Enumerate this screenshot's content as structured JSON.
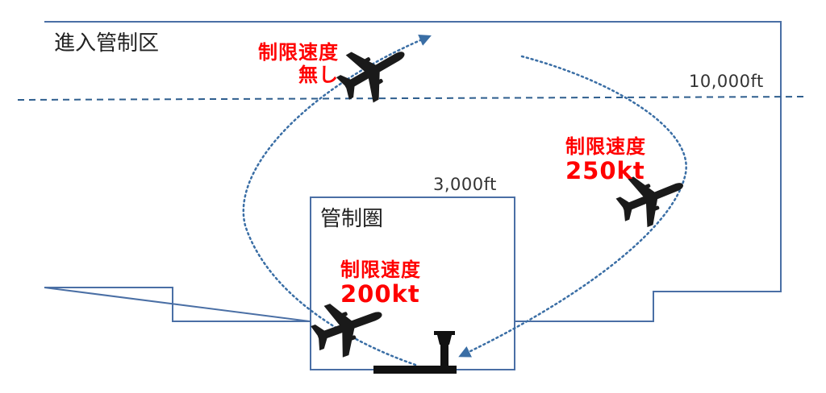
{
  "zones": {
    "approach_control_area": "進入管制区",
    "control_zone": "管制圏"
  },
  "altitudes": {
    "upper": "10,000ft",
    "control_zone_ceiling": "3,000ft"
  },
  "speed_limits": [
    {
      "title": "制限速度",
      "value": "無し"
    },
    {
      "title": "制限速度",
      "value": "250kt"
    },
    {
      "title": "制限速度",
      "value": "200kt"
    }
  ],
  "colors": {
    "outline": "#4a6fa5",
    "altitude_line": "#2e5e8e",
    "path": "#3a6ea5",
    "speed_text": "#ff0000",
    "aircraft": "#1a1a1a"
  },
  "icons": [
    "airplane-icon",
    "airplane-icon",
    "airplane-icon",
    "control-tower-icon",
    "runway-icon"
  ]
}
